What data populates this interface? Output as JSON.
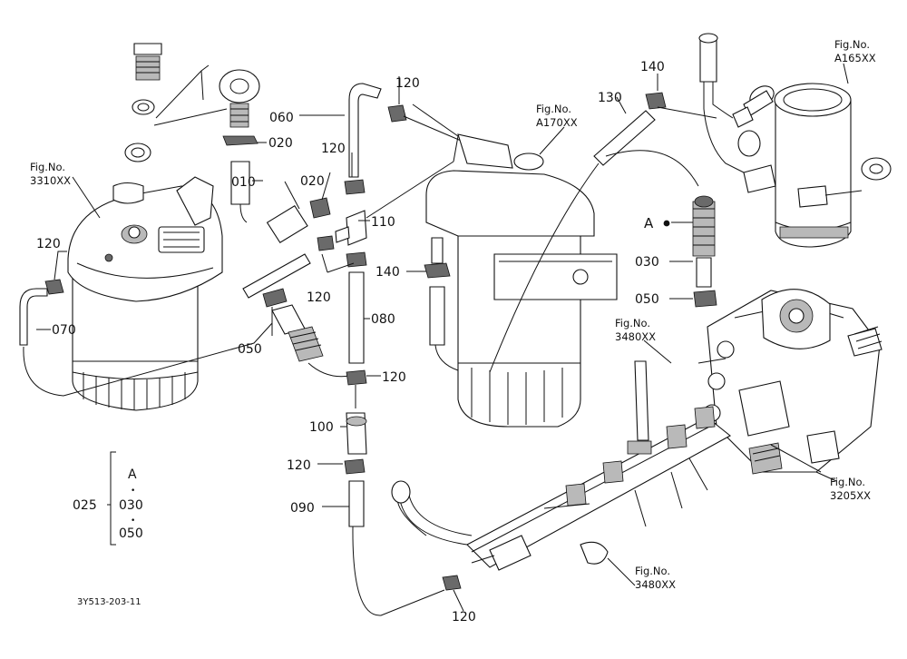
{
  "diagram": {
    "part_numbers": {
      "p010": "010",
      "p020a": "020",
      "p020b": "020",
      "p030": "030",
      "p050a": "050",
      "p050b": "050",
      "p060": "060",
      "p070": "070",
      "p080": "080",
      "p090": "090",
      "p100": "100",
      "p110": "110",
      "p120a": "120",
      "p120b": "120",
      "p120c": "120",
      "p120d": "120",
      "p120e": "120",
      "p120f": "120",
      "p120g": "120",
      "p130": "130",
      "p140a": "140",
      "p140b": "140"
    },
    "callout_A": "A",
    "figure_refs": {
      "fig3310": {
        "line1": "Fig.No.",
        "line2": "3310XX"
      },
      "figA170": {
        "line1": "Fig.No.",
        "line2": "A170XX"
      },
      "figA165": {
        "line1": "Fig.No.",
        "line2": "A165XX"
      },
      "fig3480a": {
        "line1": "Fig.No.",
        "line2": "3480XX"
      },
      "fig3205": {
        "line1": "Fig.No.",
        "line2": "3205XX"
      },
      "fig3480b": {
        "line1": "Fig.No.",
        "line2": "3480XX"
      }
    },
    "assembly_legend": {
      "parent": "025",
      "a": "A",
      "dot1": "•",
      "c030": "030",
      "dot2": "•",
      "c050": "050"
    },
    "drawing_code": "3Y513-203-11"
  }
}
